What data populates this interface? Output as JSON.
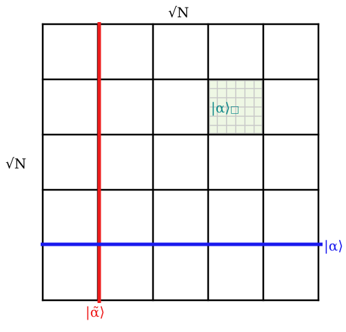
{
  "labels": {
    "top_dim": "√N",
    "left_dim": "√N",
    "ket_alpha": "|α⟩",
    "ket_alpha_tilde": "|α̃⟩",
    "ket_alpha_box": "|α⟩",
    "box_symbol": "□"
  },
  "grid": {
    "cells_per_side": 5,
    "highlight_cell": {
      "row": 1,
      "col": 3,
      "subdivisions": 6
    },
    "red_line_fraction": 0.2,
    "blue_line_fraction": 0.8
  },
  "colors": {
    "grid": "#000000",
    "red_line": "#ee1c1c",
    "blue_line": "#1a1aee",
    "highlight_fill": "#eef7e4",
    "highlight_lines": "#c8c8c8",
    "teal_label": "#128a8a",
    "red_label": "#ee1c1c",
    "blue_label": "#1a1aee"
  }
}
